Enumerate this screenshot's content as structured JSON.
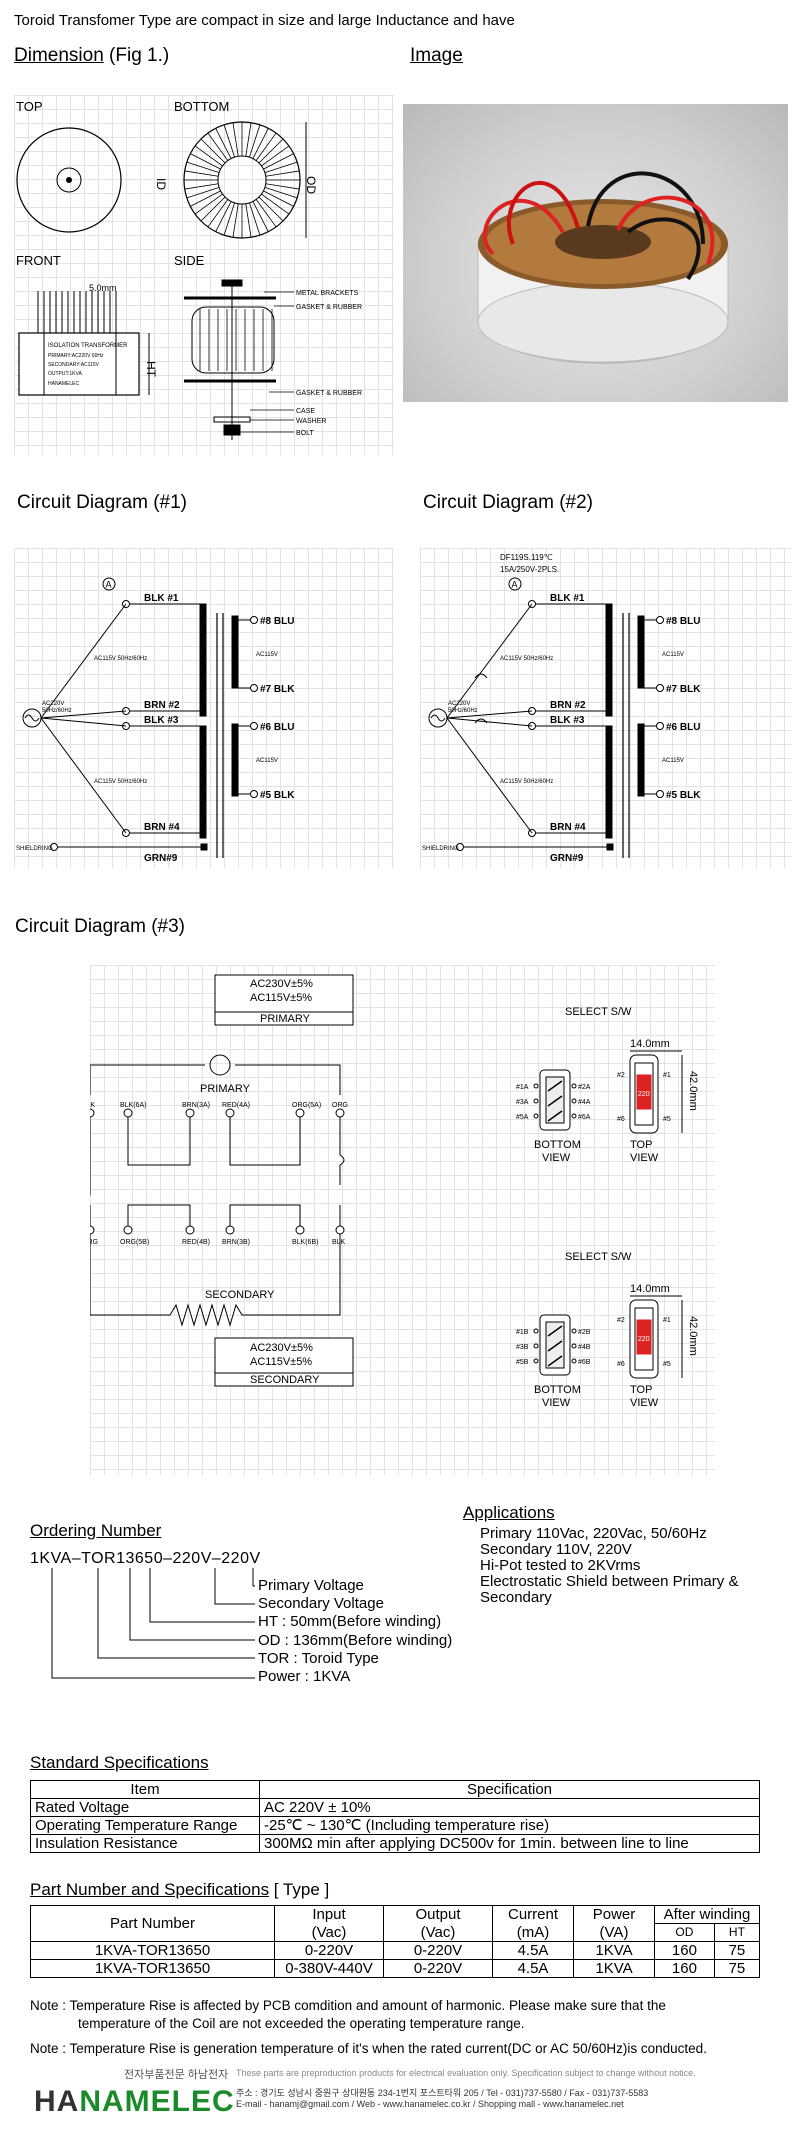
{
  "header": {
    "intro": "Toroid Transfomer Type are compact in size and large Inductance and have"
  },
  "dimension": {
    "title": "Dimension",
    "fig": "(Fig 1.)",
    "labels": {
      "top": "TOP",
      "bottom": "BOTTOM",
      "front": "FRONT",
      "side": "SIDE",
      "id": "ID",
      "od": "OD",
      "ht": "HT",
      "dim": "5.0mm"
    },
    "side_parts": [
      "METAL BRACKETS",
      "GASKET & RUBBER",
      "GASKET & RUBBER",
      "CASE",
      "WASHER",
      "BOLT"
    ],
    "plate": [
      "ISOLATION TRANSFORMER",
      "PRIMARY:AC220V 60Hz",
      "SECONDARY:AC115V",
      "OUTPUT:1KVA",
      "HANAMELEC"
    ]
  },
  "image": {
    "title": "Image"
  },
  "circuit1": {
    "title": "Circuit Diagram (#1)",
    "primary": [
      "BLK #1",
      "BRN #2",
      "BLK #3",
      "BRN #4"
    ],
    "secondary": [
      "#8  BLU",
      "#7  BLK",
      "#6  BLU",
      "#5  BLK"
    ],
    "texts": {
      "ac_in": "AC220V",
      "hz": "50Hz/60Hz",
      "w1": "AC115V 50Hz/60Hz",
      "w2": "AC115V 50Hz/60Hz",
      "s1": "AC115V",
      "s2": "AC115V",
      "shield": "SHIELDRING",
      "grn": "GRN#9",
      "meter": "A"
    }
  },
  "circuit2": {
    "title": "Circuit Diagram  (#2)",
    "fuse": [
      "DF119S.119℃",
      "15A/250V-2PLS."
    ],
    "primary": [
      "BLK #1",
      "BRN #2",
      "BLK #3",
      "BRN #4"
    ],
    "secondary": [
      "#8  BLU",
      "#7  BLK",
      "#6  BLU",
      "#5  BLK"
    ],
    "texts": {
      "ac_in": "AC220V",
      "hz": "50Hz/60Hz",
      "w1": "AC115V 50Hz/60Hz",
      "w2": "AC115V 50Hz/60Hz",
      "s1": "AC115V",
      "s2": "AC115V",
      "shield": "SHIELDRING",
      "grn": "GRN#9",
      "meter": "A"
    }
  },
  "circuit3": {
    "title": "Circuit Diagram  (#3)",
    "primary_box": [
      "AC230V±5%",
      "AC115V±5%",
      "PRIMARY"
    ],
    "primary_label": "PRIMARY",
    "primary_taps": [
      "BLK",
      "BLK(6A)",
      "BRN(3A)",
      "RED(4A)",
      "ORG(5A)",
      "ORG"
    ],
    "secondary_taps": [
      "ORG",
      "ORG(5B)",
      "RED(4B)",
      "BRN(3B)",
      "BLK(6B)",
      "BLK"
    ],
    "secondary_label": "SECONDARY",
    "secondary_box": [
      "AC230V±5%",
      "AC115V±5%",
      "SECONDARY"
    ],
    "select_sw": "SELECT S/W",
    "sw_dim_w": "14.0mm",
    "sw_dim_h": "42.0mm",
    "bottom_view": [
      "BOTTOM",
      "VIEW"
    ],
    "top_view": [
      "TOP",
      "VIEW"
    ],
    "sw1_left": [
      "#1A",
      "#3A",
      "#5A"
    ],
    "sw1_right": [
      "#2A",
      "#4A",
      "#6A"
    ],
    "sw2_left": [
      "#1B",
      "#3B",
      "#5B"
    ],
    "sw2_right": [
      "#2B",
      "#4B",
      "#6B"
    ],
    "top_pins_l": [
      "#2",
      "#6"
    ],
    "top_pins_r": [
      "#1",
      "#5"
    ],
    "sw_mark": "220"
  },
  "ordering": {
    "title": "Ordering Number",
    "code": "1KVA–TOR13650–220V–220V",
    "items": [
      "Primary Voltage",
      "Secondary Voltage",
      "HT : 50mm(Before winding)",
      "OD : 136mm(Before winding)",
      "TOR : Toroid Type",
      "Power : 1KVA"
    ]
  },
  "applications": {
    "title": "Applications",
    "items": [
      "Primary 110Vac, 220Vac, 50/60Hz",
      "Secondary 110V, 220V",
      "Hi-Pot tested to 2KVrms",
      "Electrostatic Shield between Primary &",
      "Secondary"
    ]
  },
  "standard": {
    "title": "Standard Specifications",
    "headers": [
      "Item",
      "Specification"
    ],
    "rows": [
      [
        "Rated Voltage",
        "AC 220V ± 10%"
      ],
      [
        "Operating Temperature Range",
        "-25℃ ~ 130℃ (Including temperature rise)"
      ],
      [
        "Insulation Resistance",
        "300MΩ min after applying DC500v for 1min. between line to line"
      ]
    ]
  },
  "part": {
    "title": "Part Number and Specifications",
    "type": "[ Type ]",
    "h": {
      "part": "Part  Number",
      "input": "Input",
      "input_u": "(Vac)",
      "output": "Output",
      "output_u": "(Vac)",
      "current": "Current",
      "current_u": "(mA)",
      "power": "Power",
      "power_u": "(VA)",
      "after": "After winding",
      "od": "OD",
      "ht": "HT"
    },
    "rows": [
      [
        "1KVA-TOR13650",
        "0-220V",
        "0-220V",
        "4.5A",
        "1KVA",
        "160",
        "75"
      ],
      [
        "1KVA-TOR13650",
        "0-380V-440V",
        "0-220V",
        "4.5A",
        "1KVA",
        "160",
        "75"
      ]
    ]
  },
  "notes": [
    "Note : Temperature Rise is affected by PCB comdition and amount of harmonic. Please make sure that the",
    "temperature of the Coil are not exceeded the operating temperature range.",
    "Note : Temperature Rise is generation temperature of it's when the rated current(DC or AC 50/60Hz)is conducted."
  ],
  "footer": {
    "logo_a": "HA",
    "logo_b": "NAMELEC",
    "korean_tag": "전자부품전문 하남전자",
    "disclaimer": "These parts are preproduction products for electrical evaluation only. Specification subject to change without notice.",
    "addr": "주소 : 경기도 성남시 중원구 상대원동 234-1번지 포스트타워 205  /  Tel - 031)737-5580  /  Fax - 031)737-5583",
    "contact": "E-mail - hanamj@gmail.com  /  Web - www.hanamelec.co.kr  /  Shopping mall - www.hanamelec.net"
  }
}
